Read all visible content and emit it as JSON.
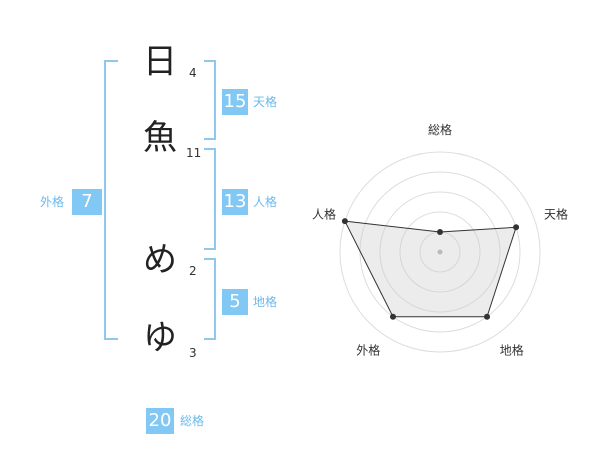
{
  "name": {
    "characters": [
      {
        "char": "日",
        "strokes": "4"
      },
      {
        "char": "魚",
        "strokes": "11"
      },
      {
        "char": "め",
        "strokes": "2"
      },
      {
        "char": "ゆ",
        "strokes": "3"
      }
    ]
  },
  "fortune": {
    "tenkaku": {
      "value": "15",
      "label": "天格"
    },
    "jinkaku": {
      "value": "13",
      "label": "人格"
    },
    "chikaku": {
      "value": "5",
      "label": "地格"
    },
    "gaikaku": {
      "value": "7",
      "label": "外格"
    },
    "soukaku": {
      "value": "20",
      "label": "総格"
    }
  },
  "colors": {
    "accent": "#82c8f5",
    "bracket": "#8ec8f0",
    "label": "#6cb9ec"
  },
  "chart_data": {
    "type": "radar",
    "axes": [
      "総格",
      "天格",
      "地格",
      "外格",
      "人格"
    ],
    "values": [
      1,
      4,
      4,
      4,
      5
    ],
    "max": 5,
    "rings": 5
  }
}
